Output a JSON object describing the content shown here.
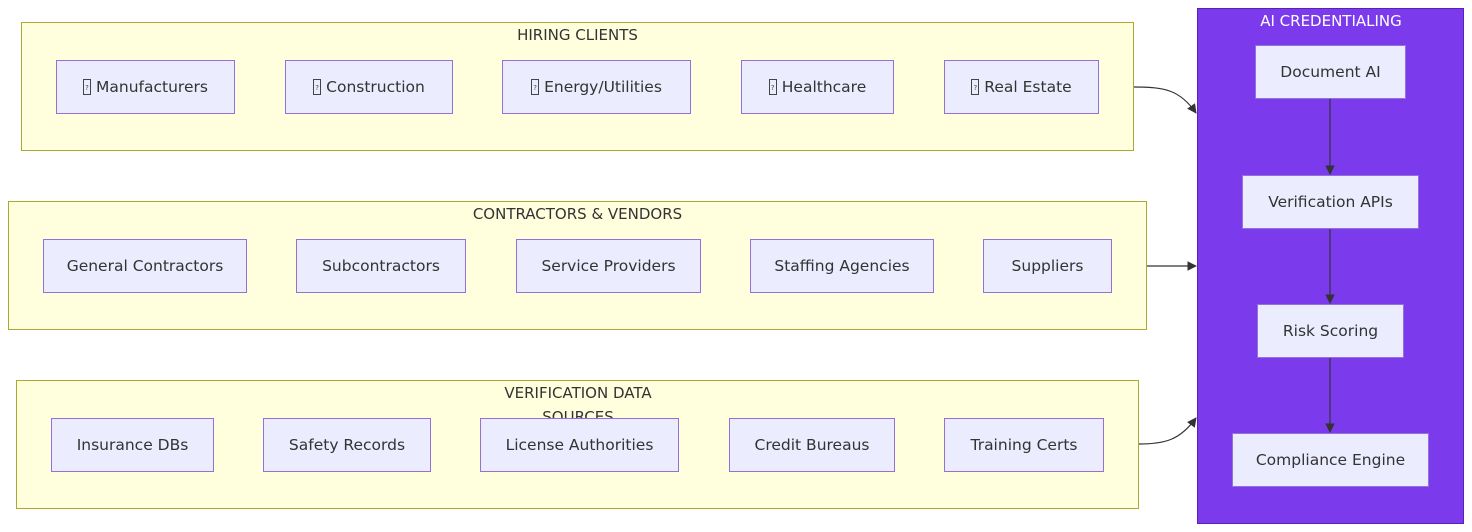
{
  "hiring_clients": {
    "title": "HIRING CLIENTS",
    "nodes": [
      {
        "label": "Manufacturers",
        "icon": "factory-icon"
      },
      {
        "label": "Construction",
        "icon": "construction-icon"
      },
      {
        "label": "Energy/Utilities",
        "icon": "lightning-icon"
      },
      {
        "label": "Healthcare",
        "icon": "hospital-icon"
      },
      {
        "label": "Real Estate",
        "icon": "building-icon"
      }
    ]
  },
  "contractors": {
    "title": "CONTRACTORS & VENDORS",
    "nodes": [
      {
        "label": "General Contractors"
      },
      {
        "label": "Subcontractors"
      },
      {
        "label": "Service Providers"
      },
      {
        "label": "Staffing Agencies"
      },
      {
        "label": "Suppliers"
      }
    ]
  },
  "verification_sources": {
    "title": "VERIFICATION DATA SOURCES",
    "nodes": [
      {
        "label": "Insurance DBs"
      },
      {
        "label": "Safety Records"
      },
      {
        "label": "License Authorities"
      },
      {
        "label": "Credit Bureaus"
      },
      {
        "label": "Training Certs"
      }
    ]
  },
  "platform": {
    "title": "AI CREDENTIALING PLATFORM",
    "nodes": [
      {
        "label": "Document AI"
      },
      {
        "label": "Verification APIs"
      },
      {
        "label": "Risk Scoring"
      },
      {
        "label": "Compliance Engine"
      }
    ]
  },
  "colors": {
    "cluster_fill": "#ffffde",
    "cluster_border": "#aaaa33",
    "node_fill": "#ececff",
    "node_border": "#9370db",
    "platform_fill": "#7c3aed",
    "edge": "#333333"
  }
}
